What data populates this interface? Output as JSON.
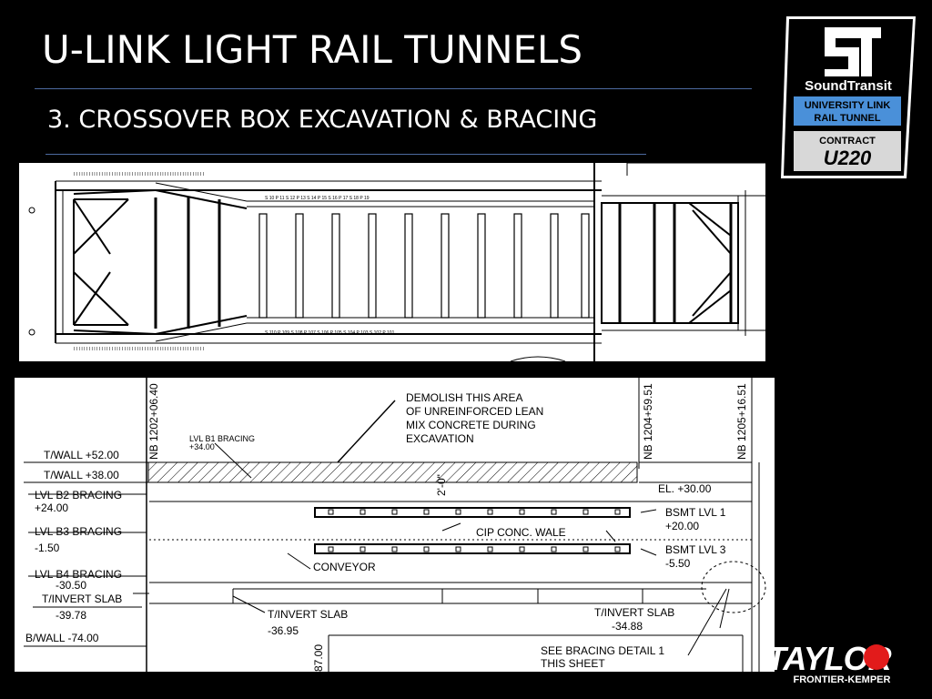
{
  "header": {
    "title": "U-LINK LIGHT RAIL TUNNELS",
    "subtitle": "3. CROSSOVER BOX EXCAVATION & BRACING"
  },
  "logo": {
    "brand": "SoundTransit",
    "line1": "UNIVERSITY LINK",
    "line2": "RAIL TUNNEL",
    "contract_label": "CONTRACT",
    "contract_number": "U220",
    "colors": {
      "blue": "#4a90d9",
      "gray": "#d8d8d8"
    }
  },
  "footer_logo": {
    "name": "TAYLOR",
    "tagline": "FRONTIER-KEMPER",
    "accent": "#e21b1b"
  },
  "section": {
    "station_left": "NB 1202+06.40",
    "station_mid": "NB 1204+59.51",
    "station_right": "NB 1205+16.51",
    "b1_label": "LVL  B1  BRACING",
    "b1_elev": "+34.00",
    "demolish_note": [
      "DEMOLISH THIS AREA",
      "OF UNREINFORCED LEAN",
      "MIX CONCRETE DURING",
      "EXCAVATION"
    ],
    "twall52": "T/WALL +52.00",
    "twall38": "T/WALL +38.00",
    "b2_label": "LVL B2 BRACING",
    "b2_elev": "+24.00",
    "b3_label": "LVL B3 BRACING",
    "b3_elev": "-1.50",
    "b4_label": "LVL B4 BRACING",
    "b4_elev": "-30.50",
    "tinvert_left": "T/INVERT SLAB",
    "tinvert_left_elev": "-39.78",
    "bwall": "B/WALL -74.00",
    "dim": "2'-0\"",
    "el30": "EL. +30.00",
    "bsmt1": "BSMT LVL 1",
    "bsmt1_elev": "+20.00",
    "cip_wale": "CIP CONC. WALE",
    "bsmt3": "BSMT LVL 3",
    "bsmt3_elev": "-5.50",
    "conveyor": "CONVEYOR",
    "tinvert_mid": "T/INVERT SLAB",
    "tinvert_mid_elev": "-36.95",
    "tinvert_right": "T/INVERT SLAB",
    "tinvert_right_elev": "-34.88",
    "see_detail": [
      "SEE BRACING DETAIL 1",
      "THIS SHEET"
    ],
    "bottom_partial": "87.00"
  }
}
